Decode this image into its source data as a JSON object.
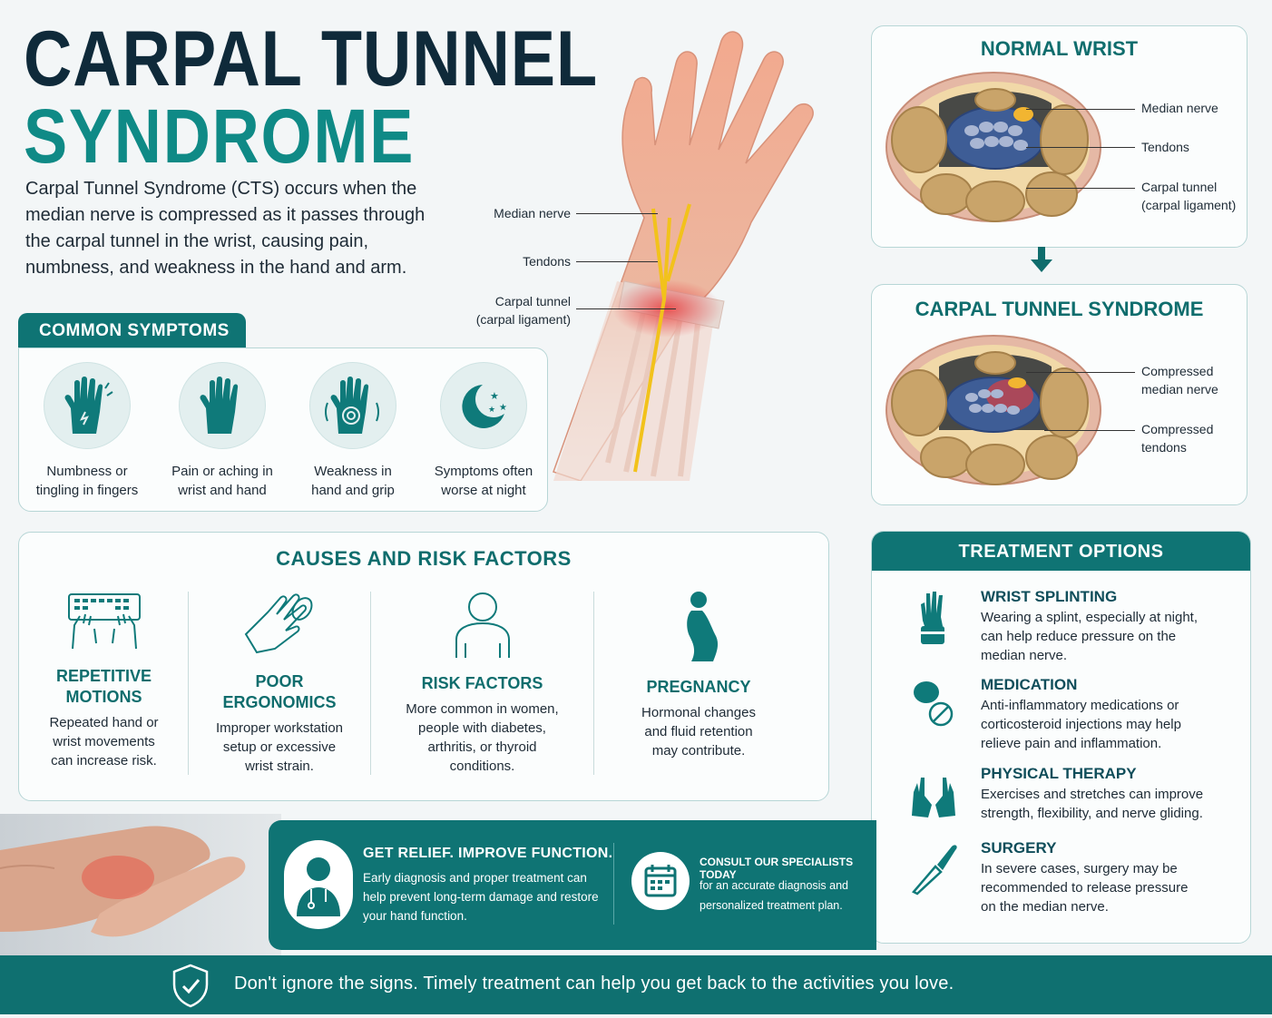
{
  "title": {
    "line1": "CARPAL TUNNEL",
    "line2": "SYNDROME"
  },
  "intro": "Carpal Tunnel Syndrome (CTS) occurs when the median nerve is compressed as it passes through the carpal tunnel in the wrist, causing pain, numbness, and weakness in the hand and arm.",
  "hand_labels": {
    "nerve": "Median nerve",
    "tendons": "Tendons",
    "tunnel1": "Carpal tunnel",
    "tunnel2": "(carpal ligament)"
  },
  "symptoms": {
    "title": "COMMON SYMPTOMS",
    "items": [
      {
        "line1": "Numbness or",
        "line2": "tingling in fingers",
        "icon": "tingling-hand-icon"
      },
      {
        "line1": "Pain or aching in",
        "line2": "wrist and hand",
        "icon": "aching-hand-icon"
      },
      {
        "line1": "Weakness in",
        "line2": "hand and grip",
        "icon": "weak-hand-icon"
      },
      {
        "line1": "Symptoms often",
        "line2": "worse at night",
        "icon": "moon-stars-icon"
      }
    ]
  },
  "causes": {
    "title": "CAUSES AND RISK FACTORS",
    "items": [
      {
        "head1": "REPETITIVE",
        "head2": "MOTIONS",
        "text": [
          "Repeated hand or",
          "wrist movements",
          "can increase risk."
        ],
        "icon": "keyboard-hands-icon"
      },
      {
        "head1": "POOR",
        "head2": "ERGONOMICS",
        "text": [
          "Improper workstation",
          "setup or excessive",
          "wrist strain."
        ],
        "icon": "mouse-hand-icon"
      },
      {
        "head1": "RISK FACTORS",
        "head2": "",
        "text": [
          "More common in women,",
          "people with diabetes,",
          "arthritis, or thyroid",
          "conditions."
        ],
        "icon": "person-icon"
      },
      {
        "head1": "PREGNANCY",
        "head2": "",
        "text": [
          "Hormonal changes",
          "and fluid retention",
          "may contribute."
        ],
        "icon": "pregnant-woman-icon"
      }
    ]
  },
  "normal": {
    "title": "NORMAL WRIST",
    "labels": {
      "nerve": "Median nerve",
      "tendons": "Tendons",
      "tunnel1": "Carpal tunnel",
      "tunnel2": "(carpal ligament)"
    }
  },
  "cts": {
    "title": "CARPAL TUNNEL SYNDROME",
    "labels": {
      "nerve1": "Compressed",
      "nerve2": "median nerve",
      "tend1": "Compressed",
      "tend2": "tendons"
    }
  },
  "treatment": {
    "title": "TREATMENT OPTIONS",
    "items": [
      {
        "head": "WRIST SPLINTING",
        "text": [
          "Wearing a splint, especially at night,",
          "can help reduce pressure on the",
          "median nerve."
        ],
        "icon": "splint-icon"
      },
      {
        "head": "MEDICATION",
        "text": [
          "Anti-inflammatory medications or",
          "corticosteroid injections may help",
          "relieve pain and inflammation."
        ],
        "icon": "pills-icon"
      },
      {
        "head": "PHYSICAL THERAPY",
        "text": [
          "Exercises and stretches can improve",
          "strength, flexibility, and nerve gliding."
        ],
        "icon": "therapy-hands-icon"
      },
      {
        "head": "SURGERY",
        "text": [
          "In severe cases, surgery may be",
          "recommended to release pressure",
          "on the median nerve."
        ],
        "icon": "scalpel-icon"
      }
    ]
  },
  "promo": {
    "head": "GET RELIEF. IMPROVE FUNCTION.",
    "text": "Early diagnosis and proper treatment can help prevent long-term damage and restore your hand function.",
    "consult_head": "CONSULT OUR SPECIALISTS TODAY",
    "consult_text": "for an accurate diagnosis and personalized treatment plan."
  },
  "footer": "Don't ignore the signs. Timely treatment can help you get back to the activities you love.",
  "colors": {
    "teal": "#0f7474",
    "teal_text": "#0f6d6d",
    "navy": "#0f2a3a"
  }
}
